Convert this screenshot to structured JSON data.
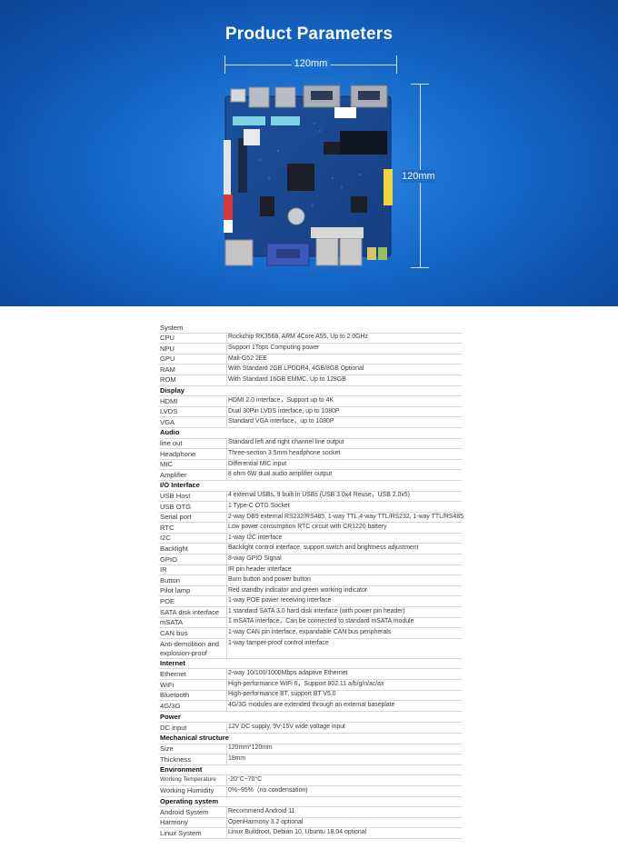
{
  "banner": {
    "title": "Product Parameters",
    "width_label": "120mm",
    "height_label": "120mm"
  },
  "sections": [
    {
      "title": "System",
      "plain": true,
      "rows": [
        {
          "key": "CPU",
          "value": "Rockchip RK3568, ARM 4Core A55, Up to 2.0GHz"
        },
        {
          "key": "NPU",
          "value": "Support 1Tops Computing power"
        },
        {
          "key": "GPU",
          "value": "Mali-G52 2EE"
        },
        {
          "key": "RAM",
          "value": "With Standard 2GB LPDDR4, 4GB/8GB Optional"
        },
        {
          "key": "ROM",
          "value": "With Standard 16GB EMMC, Up to 128GB"
        }
      ]
    },
    {
      "title": "Display",
      "rows": [
        {
          "key": "HDMI",
          "value": "HDMI 2.0 interface，Support up to 4K"
        },
        {
          "key": "LVDS",
          "value": "Dual 30Pin LVDS interface, up to 1080P"
        },
        {
          "key": "VGA",
          "value": "Standard VGA interface，up to 1080P"
        }
      ]
    },
    {
      "title": "Audio",
      "rows": [
        {
          "key": "line out",
          "value": "Standard left and right channel line output"
        },
        {
          "key": "Headphone",
          "value": "Three-section 3.5mm headphone socket"
        },
        {
          "key": "MIC",
          "value": "Differential MIC input"
        },
        {
          "key": "Amplifier",
          "value": "8 ohm 6W dual audio amplifier output"
        }
      ]
    },
    {
      "title": "I/O Interface",
      "rows": [
        {
          "key": "USB Host",
          "value": "4 external USBs, 9 built in USBs (USB 3.0x4 Reuse，USB 2.0x5)"
        },
        {
          "key": "USB OTG",
          "value": "1 Type-C OTG Socket"
        },
        {
          "key": "Serial port",
          "value": "2-way DB9 external RS232/RS485, 1-way TTL,4-way TTL/RS232, 1-way TTL/RS485"
        },
        {
          "key": "RTC",
          "value": "Low power consumption RTC circuit with CR1220 battery"
        },
        {
          "key": "I2C",
          "value": "1-way I2C interface"
        },
        {
          "key": "Backlight",
          "value": "Backlight control interface, support switch and brightness adjustment"
        },
        {
          "key": "GPIO",
          "value": "8-way GPIO Signal"
        },
        {
          "key": "IR",
          "value": "IR pin header interface"
        },
        {
          "key": "Button",
          "value": "Burn button and power button"
        },
        {
          "key": "Pilot lamp",
          "value": "Red standby indicator and green working indicator"
        },
        {
          "key": "POE",
          "value": "1-way POE power receiving interface"
        },
        {
          "key": "SATA disk interface",
          "value": "1 standard SATA 3.0 hard disk interface (with power pin header)"
        },
        {
          "key": "mSATA",
          "value": "1 mSATA interface，Can be connected to standard mSATA module"
        },
        {
          "key": "CAN bus",
          "value": "1-way CAN pin interface, expandable CAN bus peripherals"
        },
        {
          "key": "Anti-demolition and explosion-proof",
          "value": "1-way tamper-proof control interface",
          "tall": true
        }
      ]
    },
    {
      "title": "Internet",
      "rows": [
        {
          "key": "Ethernet",
          "value": "2-way 10/100/1000Mbps adaptive Ethernet"
        },
        {
          "key": "WiFi",
          "value": "High-performance WiFi 6，Support 802.11 a/b/g/n/ac/ax"
        },
        {
          "key": "Bluetooth",
          "value": "High-performance BT, support BT V5.0"
        },
        {
          "key": "4G/3G",
          "value": "4G/3G modules are extended through an external baseplate"
        }
      ]
    },
    {
      "title": "Power",
      "gap": true,
      "rows": [
        {
          "key": "DC input",
          "value": "12V DC supply, 9V-15V wide voltage input"
        }
      ]
    },
    {
      "title": "Mechanical structure",
      "rows": [
        {
          "key": "Size",
          "value": "120mm*120mm"
        },
        {
          "key": "Thickness",
          "value": "18mm"
        }
      ]
    },
    {
      "title": "Environment",
      "rows": [
        {
          "key": "Working Temperature",
          "value": "-20°C~70°C",
          "small": true
        },
        {
          "key": "Working Humidity",
          "value": "0%~95%（no condensation)"
        }
      ]
    },
    {
      "title": "Operating system",
      "rows": [
        {
          "key": "Android System",
          "value": "Recommend Android 11"
        },
        {
          "key": "Harmony",
          "value": "OpenHarmony 3.2 optional"
        },
        {
          "key": "Linux System",
          "value": "Linux Buildroot, Debian 10, Ubuntu 18.04 optional"
        }
      ]
    }
  ]
}
